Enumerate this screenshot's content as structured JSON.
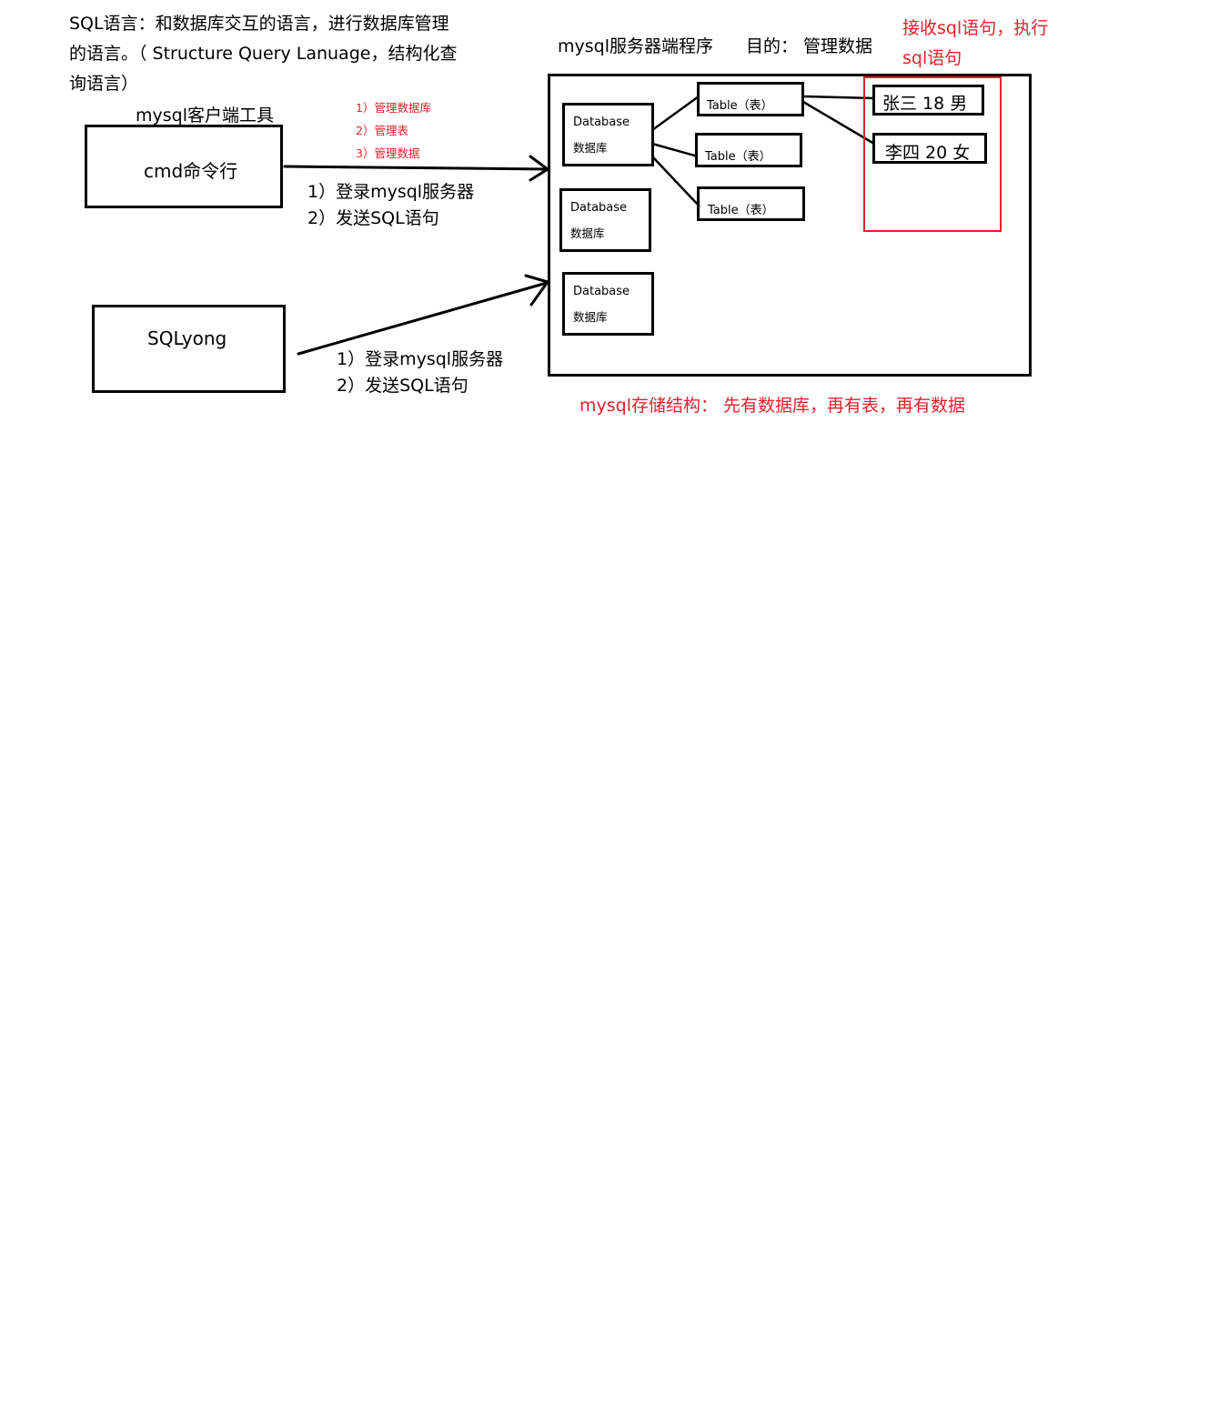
{
  "intro": {
    "line1": "SQL语言：和数据库交互的语言，进行数据库管理",
    "line2": "的语言。（ Structure Query Lanuage，结构化查",
    "line3": "询语言）"
  },
  "client": {
    "label": "mysql客户端工具",
    "cmd_label": "cmd命令行",
    "sqlyog_label": "SQLyong"
  },
  "manage_notes": [
    "1）管理数据库",
    "2）管理表",
    "3）管理数据"
  ],
  "steps_top": [
    "1）登录mysql服务器",
    "2）发送SQL语句"
  ],
  "steps_bottom": [
    "1）登录mysql服务器",
    "2）发送SQL语句"
  ],
  "server": {
    "title": "mysql服务器端程序",
    "purpose": "目的：  管理数据",
    "exec_note_line1": "接收sql语句，执行",
    "exec_note_line2": "sql语句",
    "databases": [
      {
        "en": "Database",
        "zh": "数据库"
      },
      {
        "en": "Database",
        "zh": "数据库"
      },
      {
        "en": "Database",
        "zh": "数据库"
      }
    ],
    "tables": [
      "Table（表）",
      "Table（表）",
      "Table（表）"
    ],
    "rows": [
      "张三 18 男",
      "李四 20 女"
    ]
  },
  "storage_note": "mysql存储结构：  先有数据库，再有表，再有数据",
  "colors": {
    "stroke": "#000000",
    "accent_red": "#e0232b"
  }
}
